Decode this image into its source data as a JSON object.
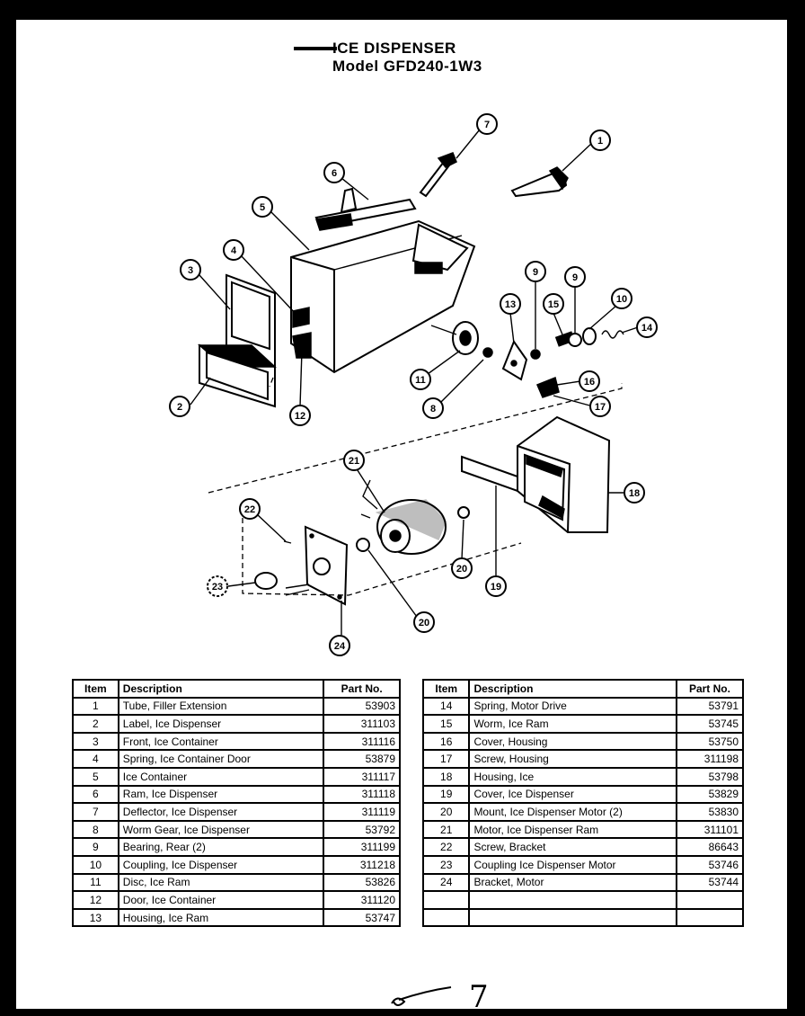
{
  "header": {
    "title_line1": "ICE DISPENSER",
    "title_line2": "Model GFD240-1W3"
  },
  "callouts": [
    "7",
    "1",
    "6",
    "5",
    "4",
    "3",
    "2",
    "12",
    "11",
    "8",
    "13",
    "9",
    "15",
    "9",
    "10",
    "14",
    "16",
    "17",
    "21",
    "22",
    "18",
    "23",
    "20",
    "19",
    "20",
    "24"
  ],
  "table": {
    "headers": [
      "Item",
      "Description",
      "Part No."
    ],
    "left_rows": [
      {
        "item": "1",
        "desc": "Tube, Filler Extension",
        "pn": "53903"
      },
      {
        "item": "2",
        "desc": "Label, Ice Dispenser",
        "pn": "311103"
      },
      {
        "item": "3",
        "desc": "Front, Ice Container",
        "pn": "311116"
      },
      {
        "item": "4",
        "desc": "Spring, Ice Container Door",
        "pn": "53879"
      },
      {
        "item": "5",
        "desc": "Ice Container",
        "pn": "311117"
      },
      {
        "item": "6",
        "desc": "Ram, Ice Dispenser",
        "pn": "311118"
      },
      {
        "item": "7",
        "desc": "Deflector, Ice Dispenser",
        "pn": "311119"
      },
      {
        "item": "8",
        "desc": "Worm Gear, Ice Dispenser",
        "pn": "53792"
      },
      {
        "item": "9",
        "desc": "Bearing, Rear (2)",
        "pn": "311199"
      },
      {
        "item": "10",
        "desc": "Coupling, Ice Dispenser",
        "pn": "311218"
      },
      {
        "item": "11",
        "desc": "Disc, Ice Ram",
        "pn": "53826"
      },
      {
        "item": "12",
        "desc": "Door, Ice Container",
        "pn": "311120"
      },
      {
        "item": "13",
        "desc": "Housing, Ice Ram",
        "pn": "53747"
      }
    ],
    "right_rows": [
      {
        "item": "14",
        "desc": "Spring, Motor Drive",
        "pn": "53791"
      },
      {
        "item": "15",
        "desc": "Worm, Ice Ram",
        "pn": "53745"
      },
      {
        "item": "16",
        "desc": "Cover, Housing",
        "pn": "53750"
      },
      {
        "item": "17",
        "desc": "Screw, Housing",
        "pn": "311198"
      },
      {
        "item": "18",
        "desc": "Housing, Ice",
        "pn": "53798"
      },
      {
        "item": "19",
        "desc": "Cover, Ice Dispenser",
        "pn": "53829"
      },
      {
        "item": "20",
        "desc": "Mount, Ice Dispenser Motor (2)",
        "pn": "53830"
      },
      {
        "item": "21",
        "desc": "Motor, Ice Dispenser Ram",
        "pn": "311101"
      },
      {
        "item": "22",
        "desc": "Screw, Bracket",
        "pn": "86643"
      },
      {
        "item": "23",
        "desc": "Coupling Ice Dispenser Motor",
        "pn": "53746"
      },
      {
        "item": "24",
        "desc": "Bracket, Motor",
        "pn": "53744"
      },
      {
        "item": "",
        "desc": "",
        "pn": ""
      },
      {
        "item": "",
        "desc": "",
        "pn": ""
      }
    ]
  },
  "footer": {
    "page_mark": "7"
  }
}
